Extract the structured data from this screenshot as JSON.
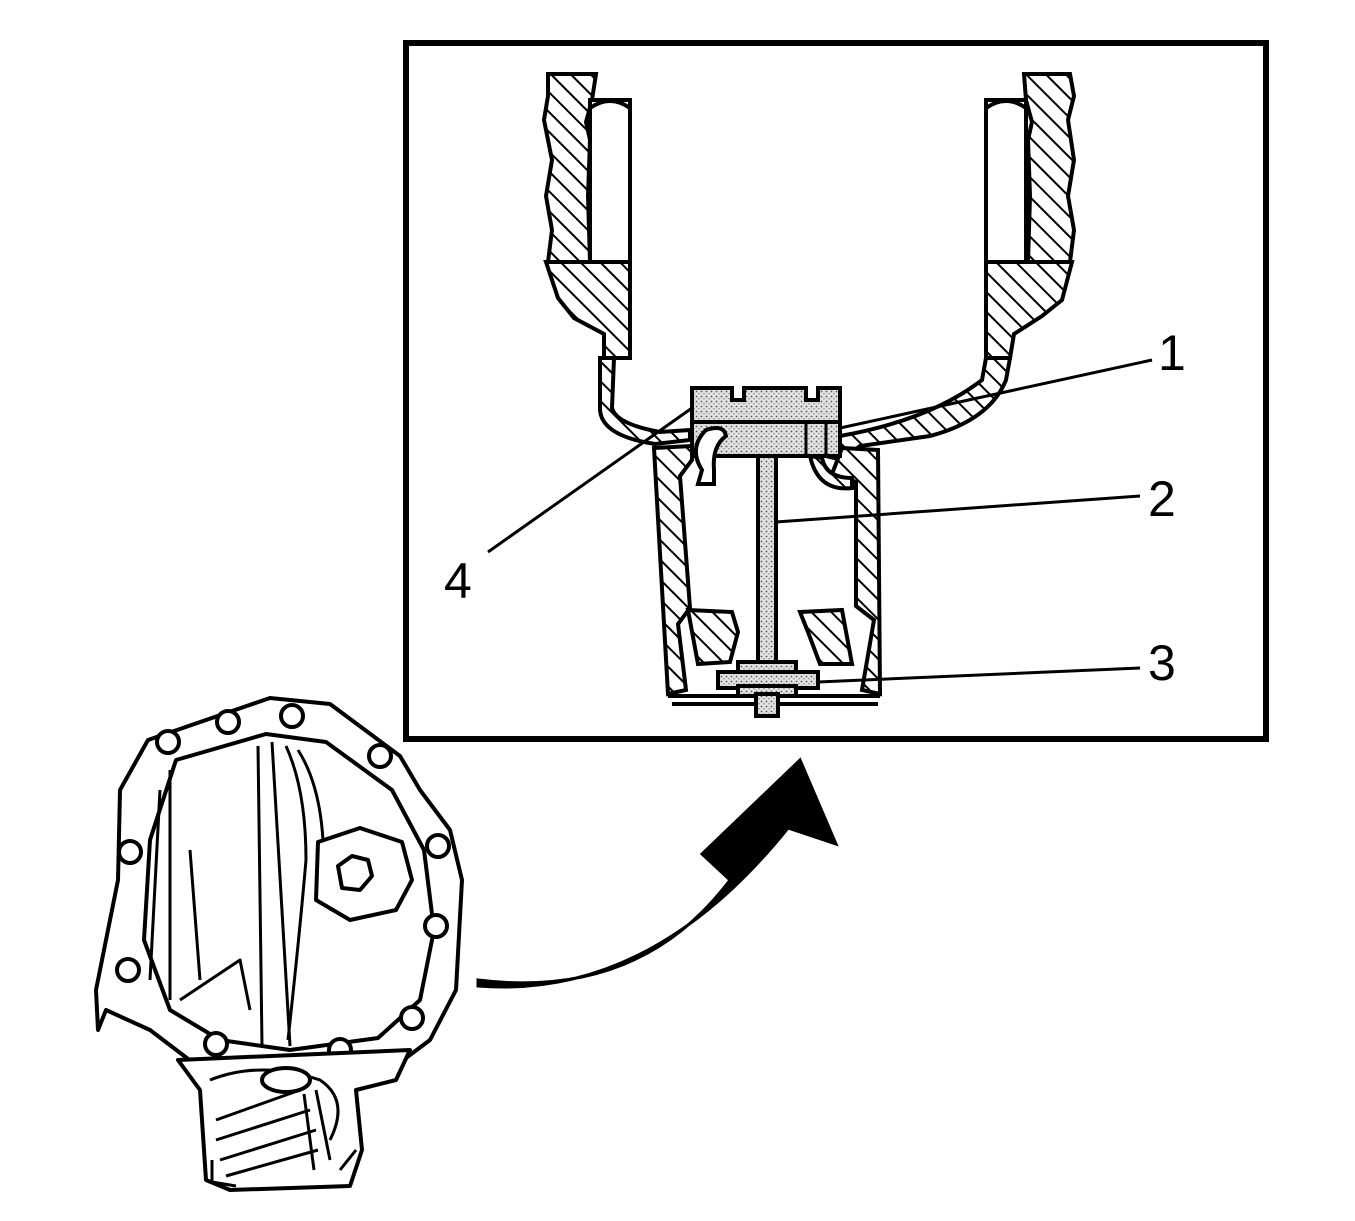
{
  "callouts": [
    {
      "id": "1",
      "label": "1"
    },
    {
      "id": "2",
      "label": "2"
    },
    {
      "id": "3",
      "label": "3"
    },
    {
      "id": "4",
      "label": "4"
    }
  ],
  "colors": {
    "ink": "#000000",
    "paper": "#ffffff",
    "component_fill": "#d4d4d4"
  }
}
